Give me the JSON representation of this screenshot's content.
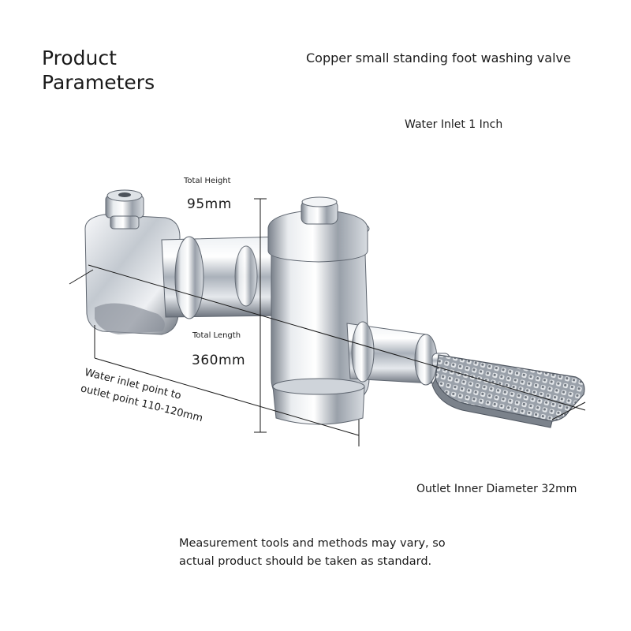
{
  "title_line1": "Product",
  "title_line2": "Parameters",
  "subtitle": "Copper small standing foot washing valve",
  "water_inlet": "Water Inlet 1 Inch",
  "outlet_diameter": "Outlet Inner Diameter 32mm",
  "total_height_label": "Total Height",
  "total_height_value": "95mm",
  "total_length_label": "Total Length",
  "total_length_value": "360mm",
  "distance_line1": "Water inlet point to",
  "distance_line2": "outlet point 110-120mm",
  "note_line1": "Measurement tools and methods may vary, so",
  "note_line2": "actual product should be taken as standard.",
  "colors": {
    "chrome_light": "#f2f4f6",
    "chrome_mid": "#b8bec6",
    "chrome_dark": "#5f6670",
    "text": "#1a1a1a"
  },
  "icons": [
    "foot-valve-illustration"
  ]
}
